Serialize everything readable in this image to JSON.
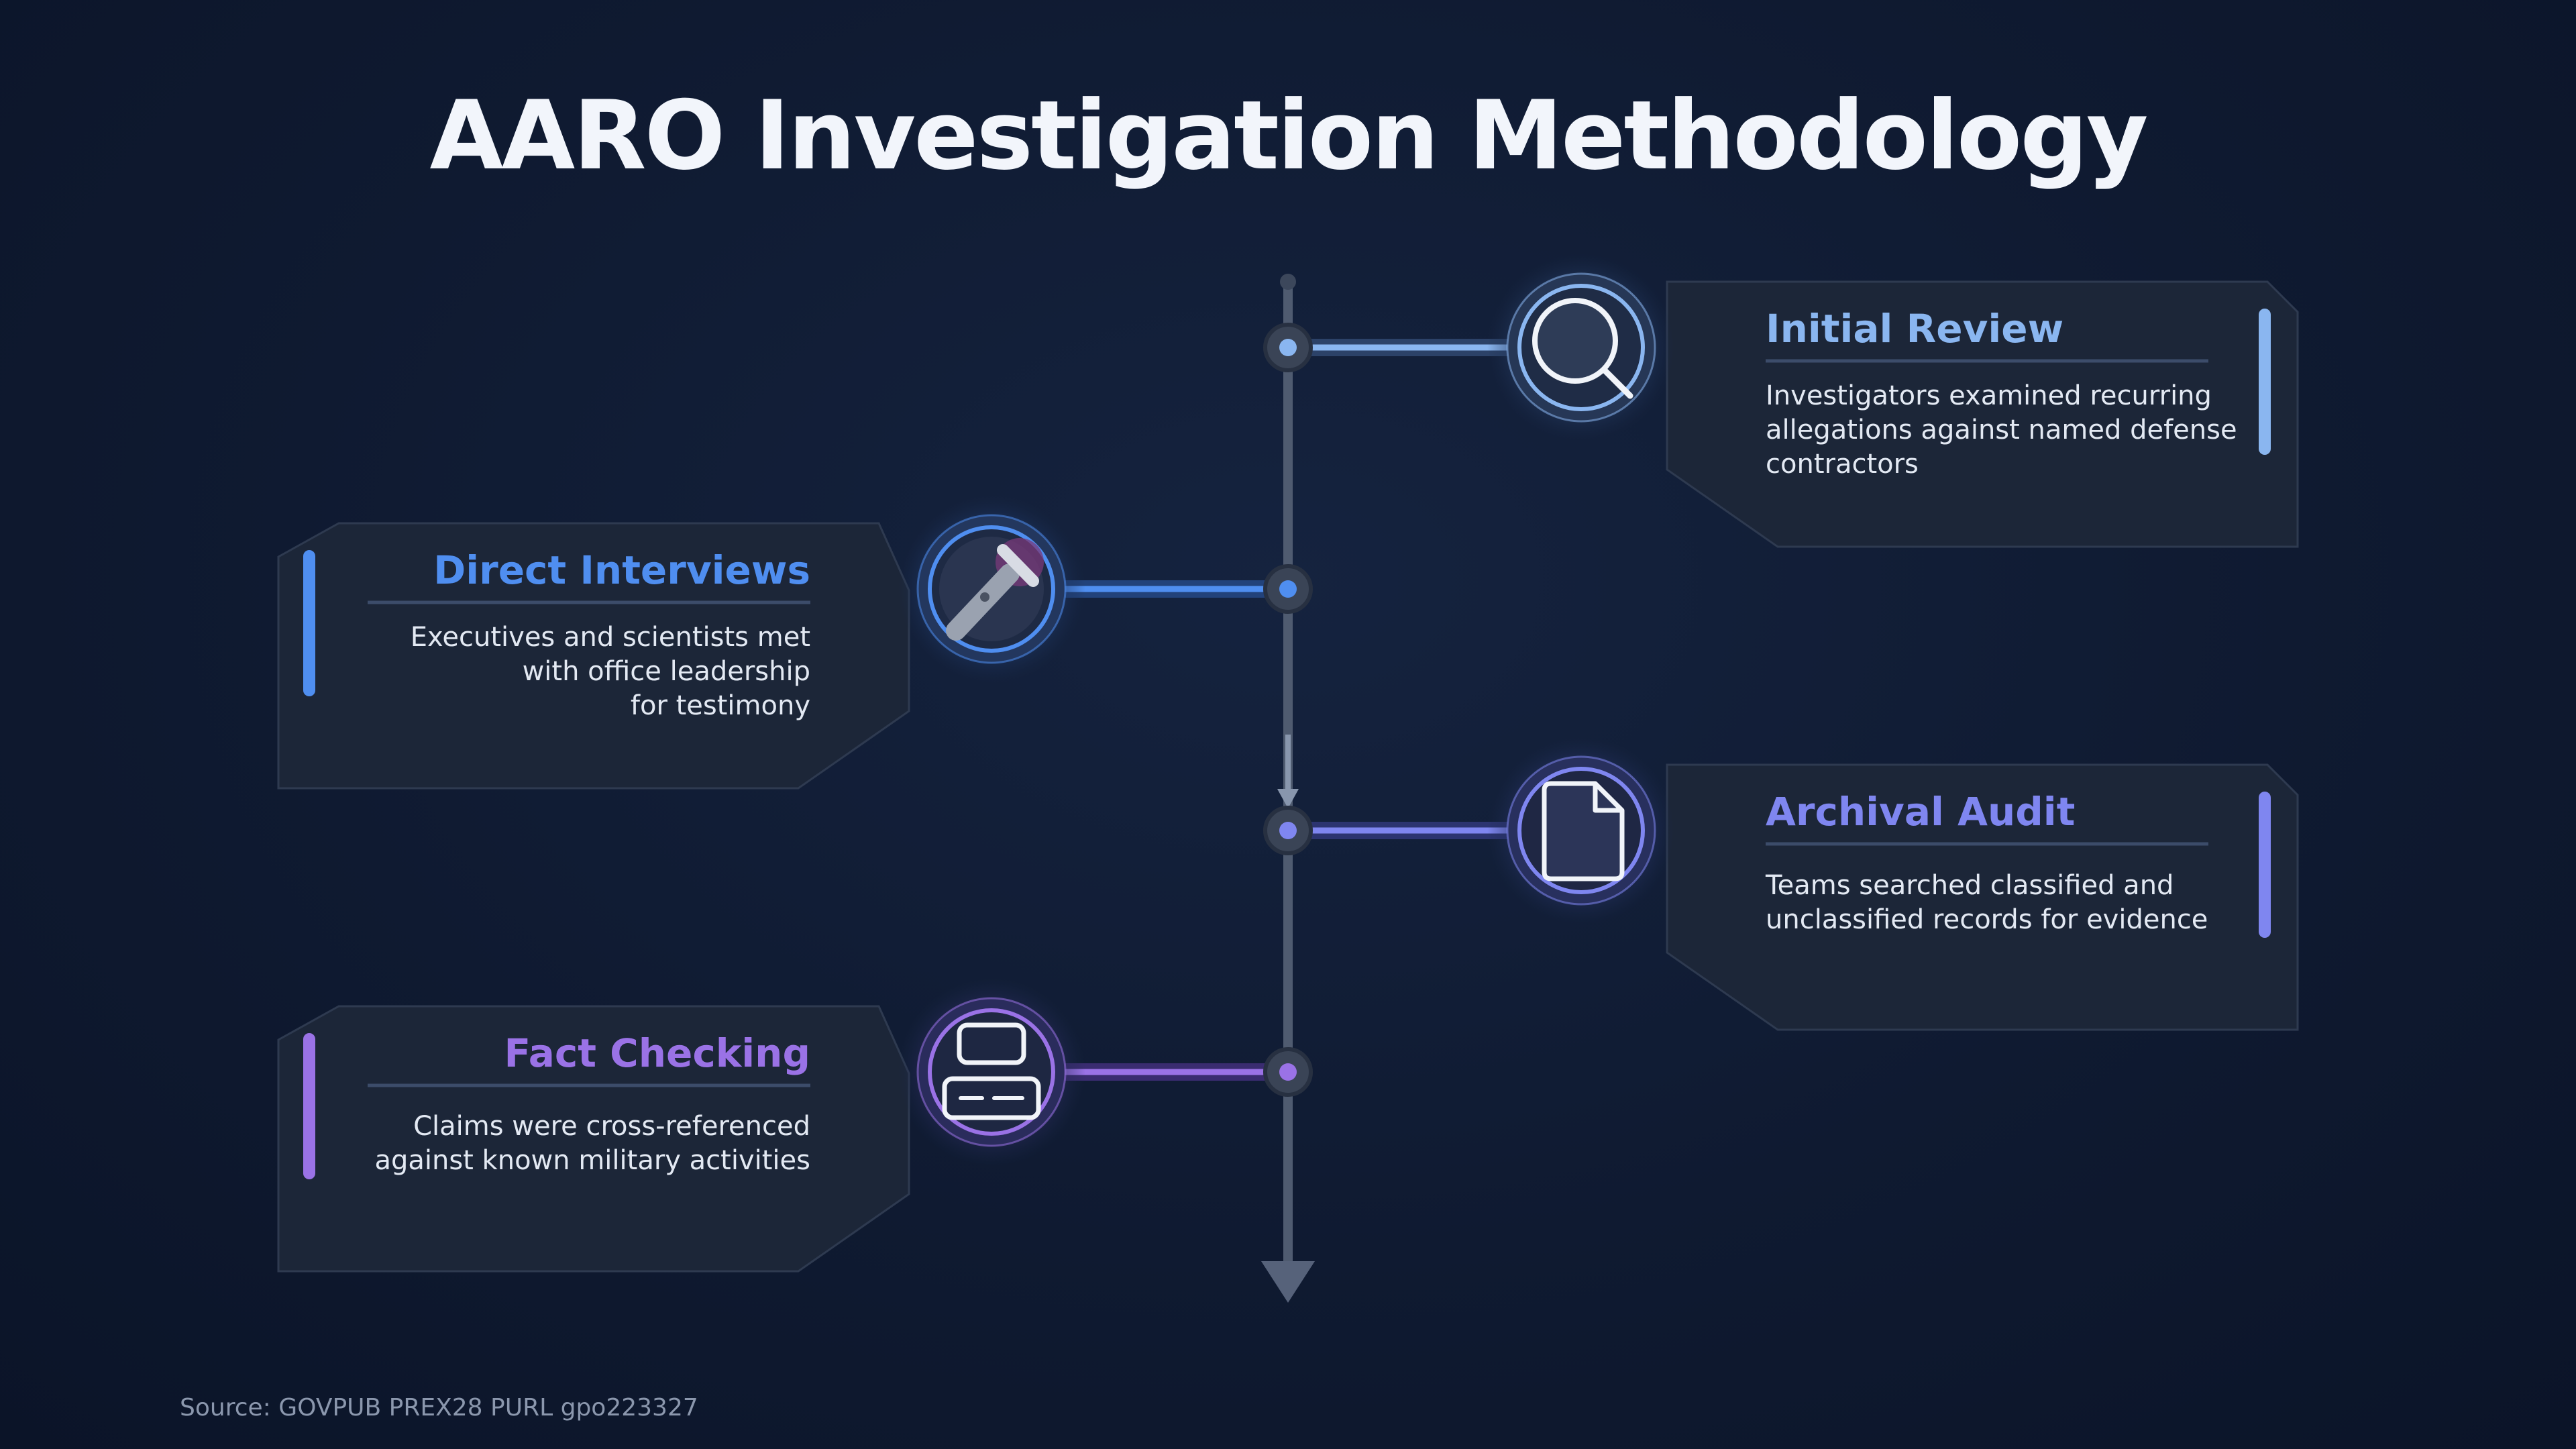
{
  "title": "AARO Investigation Methodology",
  "source": "Source: GOVPUB PREX28 PURL gpo223327",
  "colors": {
    "background": "#0f1a31",
    "card": "#1c2638",
    "spine": "#4f5b70",
    "step1": "#8ab6f0",
    "step2": "#4f8ef0",
    "step3": "#7f86f0",
    "step4": "#9a72e6"
  },
  "steps": [
    {
      "title": "Initial Review",
      "description": "Investigators examined recurring\nallegations against named defense\ncontractors",
      "icon": "magnifier-icon",
      "side": "right"
    },
    {
      "title": "Direct Interviews",
      "description": "Executives and scientists met\nwith office leadership\nfor testimony",
      "icon": "microphone-icon",
      "side": "left"
    },
    {
      "title": "Archival Audit",
      "description": "Teams searched classified and\nunclassified records for evidence",
      "icon": "document-icon",
      "side": "right"
    },
    {
      "title": "Fact Checking",
      "description": "Claims were cross-referenced\nagainst known military activities",
      "icon": "checklist-icon",
      "side": "left"
    }
  ]
}
